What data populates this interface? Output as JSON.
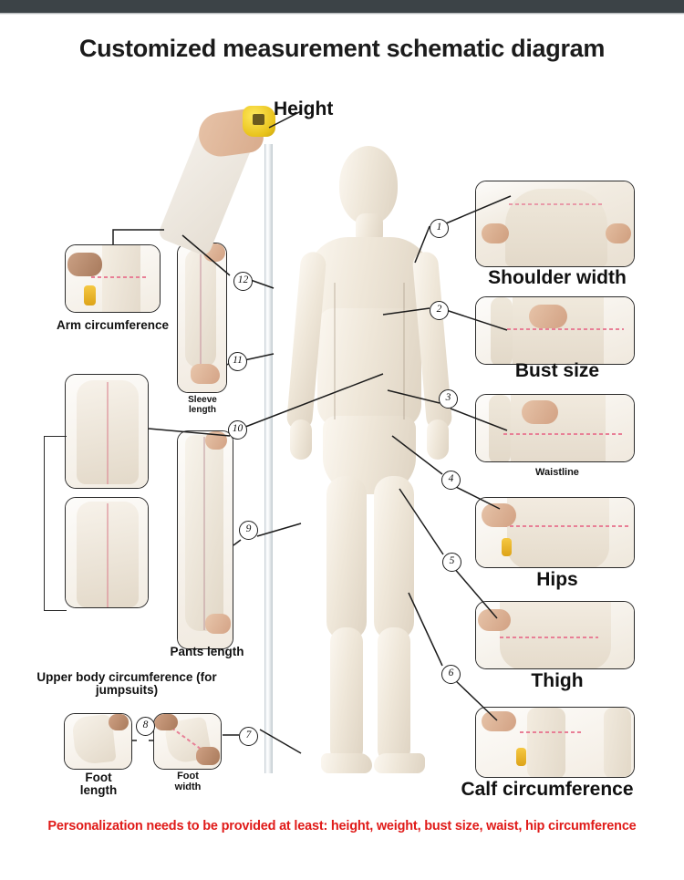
{
  "page": {
    "title": "Customized measurement schematic diagram",
    "footnote": "Personalization needs to be provided at least: height, weight, bust size, waist, hip circumference",
    "accent_red": "#e01b19",
    "topbar_color": "#3c4347",
    "line_color": "#1d1d1d"
  },
  "center": {
    "height_label": "Height",
    "tape_icon": "tape-measure-icon",
    "hand_icon": "hand-icon"
  },
  "callouts": [
    {
      "num": "1",
      "label": "Shoulder width",
      "side": "right"
    },
    {
      "num": "2",
      "label": "Bust size",
      "side": "right"
    },
    {
      "num": "3",
      "label": "Waistline",
      "side": "right"
    },
    {
      "num": "4",
      "label": "Hips",
      "side": "right"
    },
    {
      "num": "5",
      "label": "Thigh",
      "side": "right"
    },
    {
      "num": "6",
      "label": "Calf circumference",
      "side": "right"
    },
    {
      "num": "7",
      "label": "Foot width",
      "side": "bottom"
    },
    {
      "num": "8",
      "label": "Foot length",
      "side": "bottom"
    },
    {
      "num": "9",
      "label": "Pants length",
      "side": "left"
    },
    {
      "num": "10",
      "label": "Upper body circumference (for jumpsuits)",
      "side": "left"
    },
    {
      "num": "11",
      "label": "Sleeve length",
      "side": "left"
    },
    {
      "num": "12",
      "label": "Arm circumference",
      "side": "left"
    }
  ],
  "right_column": {
    "items": [
      {
        "num": "1",
        "caption": "Shoulder width",
        "caption_size": "big"
      },
      {
        "num": "2",
        "caption": "Bust size",
        "caption_size": "big"
      },
      {
        "num": "3",
        "caption": "Waistline",
        "caption_size": "sm"
      },
      {
        "num": "4",
        "caption": "Hips",
        "caption_size": "big"
      },
      {
        "num": "5",
        "caption": "Thigh",
        "caption_size": "big"
      },
      {
        "num": "6",
        "caption": "Calf circumference",
        "caption_size": "big"
      }
    ]
  },
  "left_column": {
    "arm_circumference": "Arm circumference",
    "sleeve_length_line1": "Sleeve",
    "sleeve_length_line2": "length",
    "pants_length": "Pants length",
    "upper_body": "Upper body circumference (for jumpsuits)",
    "foot_length_line1": "Foot",
    "foot_length_line2": "length",
    "foot_width_line1": "Foot",
    "foot_width_line2": "width"
  }
}
